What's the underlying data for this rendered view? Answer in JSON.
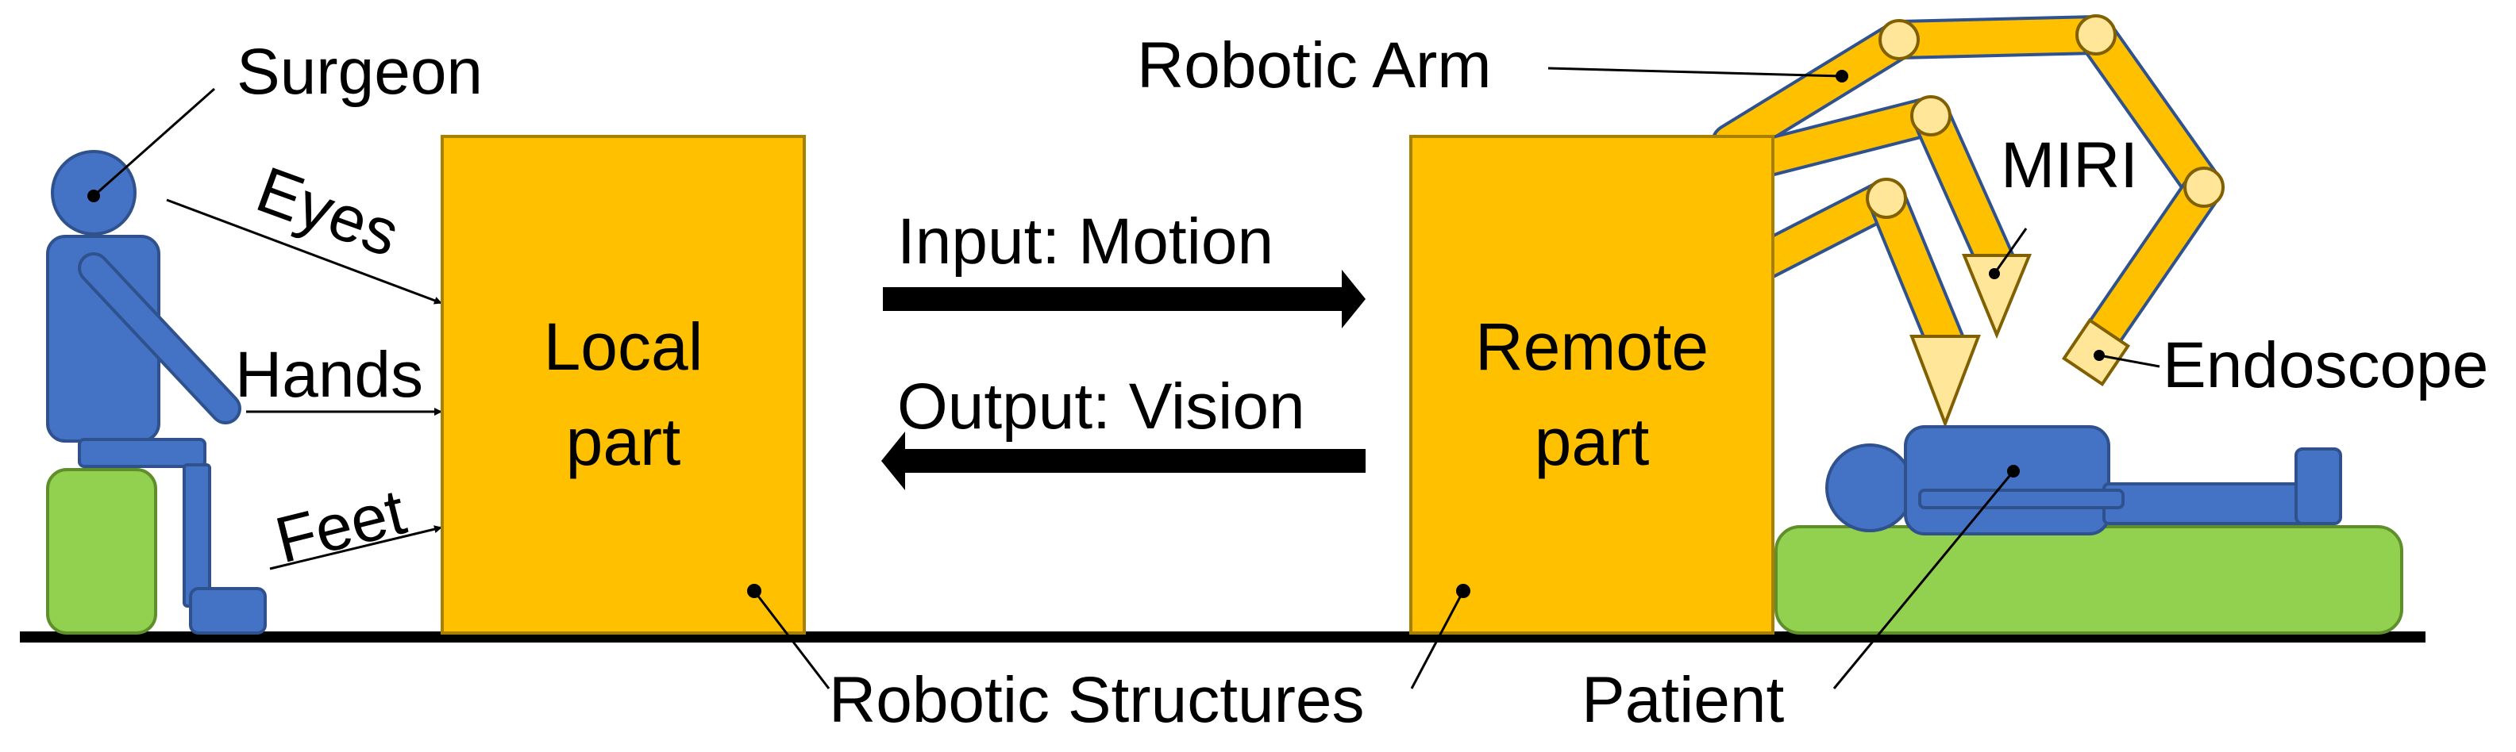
{
  "labels": {
    "surgeon": "Surgeon",
    "eyes": "Eyes",
    "hands": "Hands",
    "feet": "Feet",
    "local_part_line1": "Local",
    "local_part_line2": "part",
    "remote_part_line1": "Remote",
    "remote_part_line2": "part",
    "input": "Input: Motion",
    "output": "Output: Vision",
    "robotic_arm": "Robotic Arm",
    "miri": "MIRI",
    "endoscope": "Endoscope",
    "robotic_structures": "Robotic Structures",
    "patient": "Patient"
  },
  "colors": {
    "structure": "#ffc000",
    "figure": "#4472c4",
    "seat_bed": "#92d050",
    "joint": "#ffe699"
  }
}
